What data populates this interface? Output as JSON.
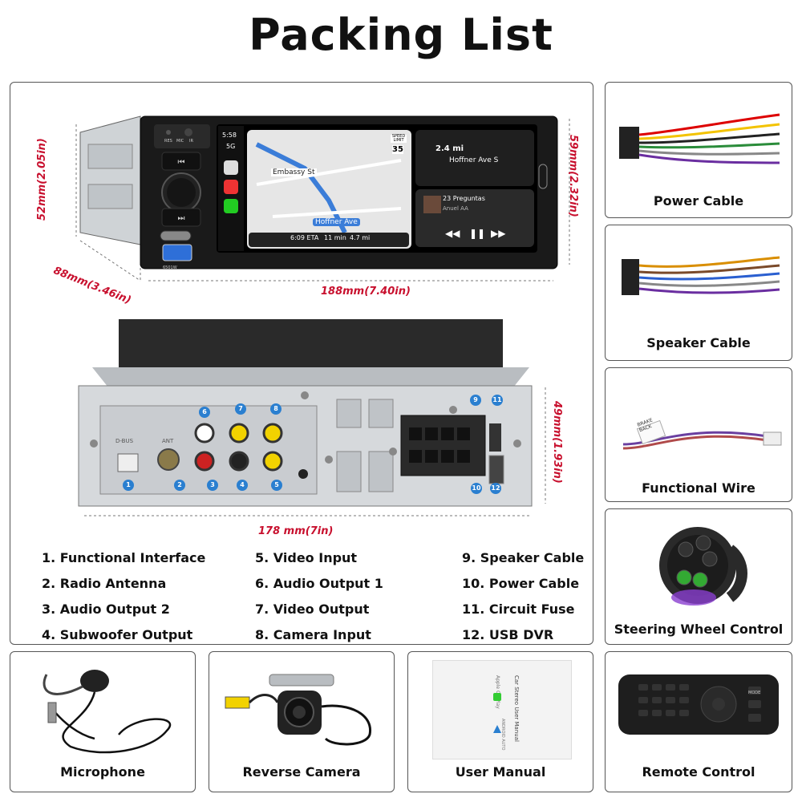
{
  "title": "Packing List",
  "dimensions": {
    "height_front": "52mm(2.05in)",
    "depth": "88mm(3.46in)",
    "width": "188mm(7.40in)",
    "height_screen": "59mm(2.32in)",
    "back_height": "49mm(1.93in)",
    "back_width": "178 mm(7in)"
  },
  "screen": {
    "time": "5:58",
    "signal": "5G",
    "street1": "Embassy St",
    "street2": "Hoffner Ave",
    "speed_label": "SPEED LIMIT",
    "speed_value": "35",
    "eta": "6:09 ETA",
    "eta_min": "11 min",
    "eta_dist": "4.7 mi",
    "turn_dist": "2.4 mi",
    "turn_street": "Hoffner Ave S",
    "song": "23 Preguntas",
    "artist": "Anuel AA"
  },
  "device_labels": {
    "res": "RES",
    "mic": "MIC",
    "ir": "IR",
    "usb": "6501W"
  },
  "back_labels": {
    "dbus": "D-BUS",
    "ant": "ANT"
  },
  "ports": [
    "1",
    "2",
    "3",
    "4",
    "5",
    "6",
    "7",
    "8",
    "9",
    "10",
    "11",
    "12"
  ],
  "list": {
    "col1": [
      "1. Functional Interface",
      "2. Radio Antenna",
      "3. Audio Output 2",
      "4. Subwoofer Output"
    ],
    "col2": [
      "5. Video Input",
      "6. Audio Output 1",
      "7. Video Output",
      "8. Camera Input"
    ],
    "col3": [
      "9. Speaker Cable",
      "10. Power Cable",
      "11. Circuit Fuse",
      "12. USB DVR"
    ]
  },
  "accessories": {
    "power_cable": "Power Cable",
    "speaker_cable": "Speaker Cable",
    "functional_wire": "Functional Wire",
    "steering_wheel": "Steering Wheel Control",
    "microphone": "Microphone",
    "reverse_camera": "Reverse Camera",
    "user_manual": "User Manual",
    "remote_control": "Remote Control"
  },
  "functional_wire_tag": "BRAKE BACK",
  "manual": {
    "title": "Car Stereo User Manual",
    "carplay": "Apple CarPlay",
    "auto": "ANDROID AUTO"
  },
  "remote_button": "MODE",
  "colors": {
    "dimension_red": "#c8102e",
    "badge_blue": "#2a7fd0",
    "panel_border": "#555555"
  }
}
